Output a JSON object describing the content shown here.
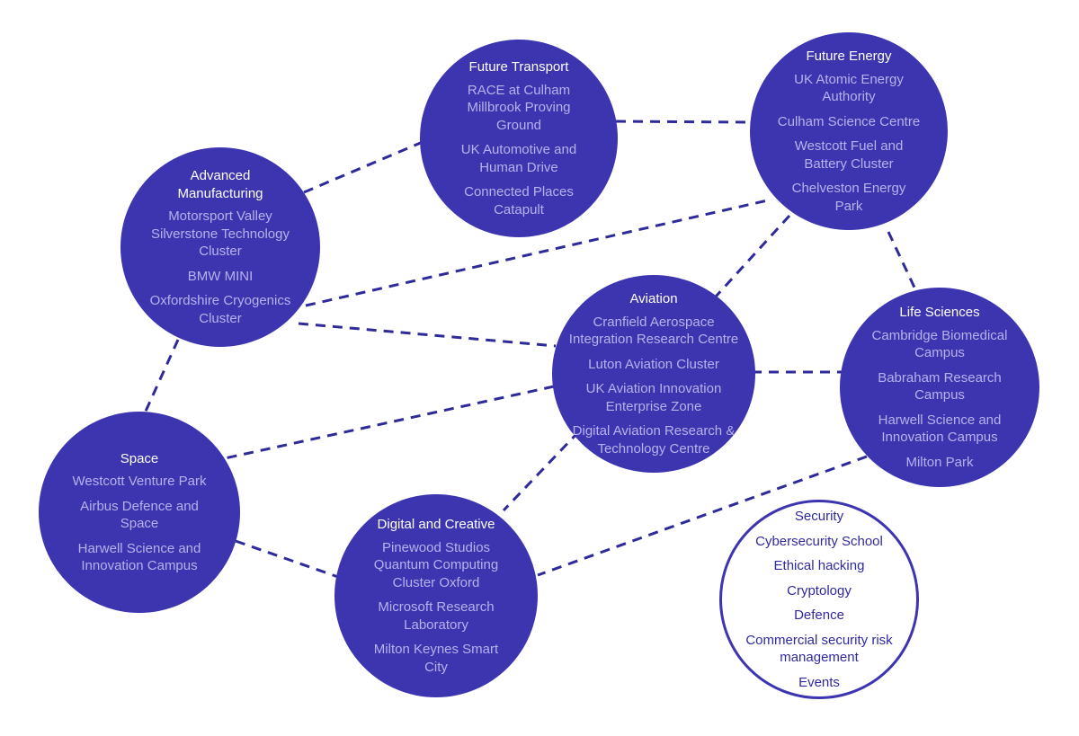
{
  "colors": {
    "node_fill": "#3d35b0",
    "node_title": "#ffffff",
    "node_item": "#b6b2ee",
    "link": "#2e2a9a",
    "outline_text": "#2f2aa0"
  },
  "nodes": {
    "future_transport": {
      "title": "Future Transport",
      "items": [
        "RACE at Culham\nMillbrook Proving\nGround",
        "UK Automotive and\nHuman Drive",
        "Connected Places\nCatapult"
      ]
    },
    "future_energy": {
      "title": "Future Energy",
      "items": [
        "UK Atomic Energy\nAuthority",
        "Culham Science Centre",
        "Westcott Fuel and\nBattery Cluster",
        "Chelveston Energy\nPark"
      ]
    },
    "advanced_manufacturing": {
      "title": "Advanced\nManufacturing",
      "items": [
        "Motorsport Valley\nSilverstone Technology\nCluster",
        "BMW MINI",
        "Oxfordshire Cryogenics\nCluster"
      ]
    },
    "aviation": {
      "title": "Aviation",
      "items": [
        "Cranfield Aerospace\nIntegration Research Centre",
        "Luton Aviation Cluster",
        "UK Aviation Innovation\nEnterprise Zone",
        "Digital Aviation Research &\nTechnology Centre"
      ]
    },
    "life_sciences": {
      "title": "Life Sciences",
      "items": [
        "Cambridge Biomedical\nCampus",
        "Babraham Research\nCampus",
        "Harwell Science and\nInnovation Campus",
        "Milton Park"
      ]
    },
    "space": {
      "title": "Space",
      "items": [
        "Westcott Venture Park",
        "Airbus Defence and\nSpace",
        "Harwell Science and\nInnovation Campus"
      ]
    },
    "digital_creative": {
      "title": "Digital and Creative",
      "items": [
        "Pinewood Studios\nQuantum Computing\nCluster Oxford",
        "Microsoft Research\nLaboratory",
        "Milton Keynes Smart\nCity"
      ]
    },
    "security": {
      "title": "Security",
      "items": [
        "Cybersecurity School",
        "Ethical hacking",
        "Cryptology",
        "Defence",
        "Commercial security risk\nmanagement",
        "Events"
      ]
    }
  }
}
